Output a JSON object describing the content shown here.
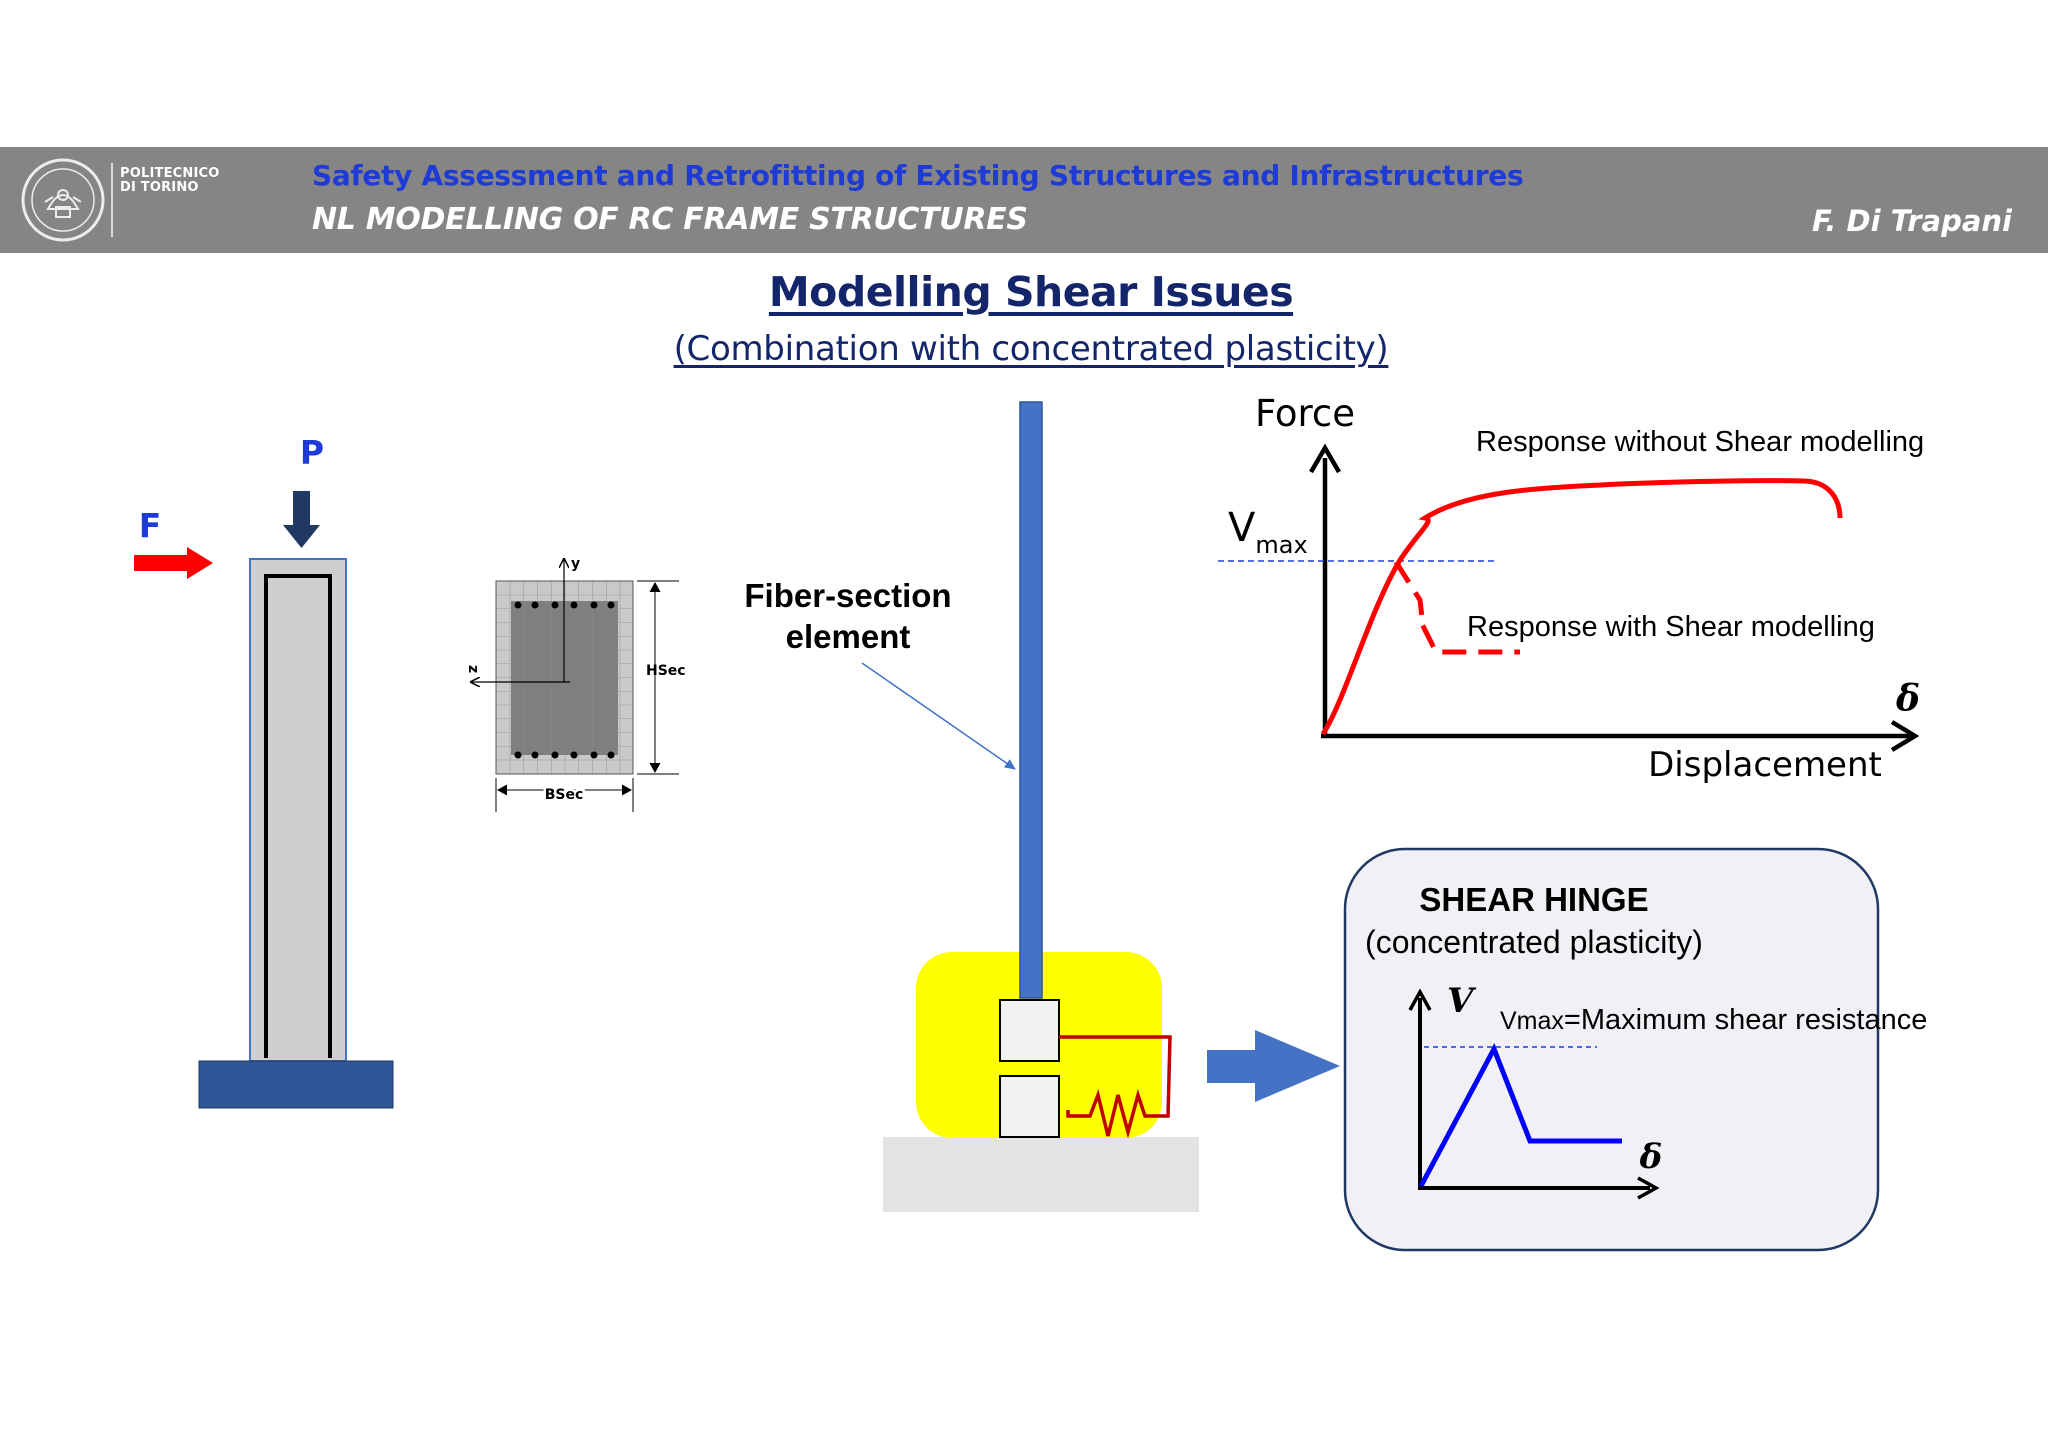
{
  "header": {
    "logo_text": "POLITECNICO\nDI TORINO",
    "course_title": "Safety Assessment and Retrofitting of Existing Structures and Infrastructures",
    "module_title": "NL MODELLING OF RC FRAME STRUCTURES",
    "author": "F. Di Trapani",
    "background_color": "#858585",
    "course_title_color": "#1f3bd6"
  },
  "slide": {
    "title": "Modelling Shear Issues",
    "subtitle": "(Combination with concentrated plasticity)",
    "title_color": "#13256b"
  },
  "column": {
    "axial_load_label": "P",
    "lateral_force_label": "F",
    "arrow_color_axial": "#1f3864",
    "arrow_color_lateral": "#ff0000"
  },
  "section": {
    "y_axis": "y",
    "z_axis": "z",
    "height_label": "HSec",
    "width_label": "BSec"
  },
  "model": {
    "element_label_line1": "Fiber-section",
    "element_label_line2": "element",
    "highlight_color": "#ffff00",
    "element_color": "#4472c4",
    "spring_color": "#c00000"
  },
  "response_plot": {
    "y_axis_label": "Force",
    "x_axis_label": "Displacement",
    "x_symbol": "δ",
    "vmax_label": "V",
    "vmax_subscript": "max",
    "curve_without_shear_label": "Response without Shear modelling",
    "curve_with_shear_label": "Response with Shear modelling",
    "curve_color": "#ff0000",
    "threshold_color": "#1f3bd6"
  },
  "shear_hinge": {
    "title": "SHEAR HINGE",
    "subtitle": "(concentrated plasticity)",
    "y_axis_label": "V",
    "x_symbol": "δ",
    "vmax_label": "Vmax",
    "vmax_description": "=Maximum shear resistance",
    "law_color": "#0000ff"
  }
}
